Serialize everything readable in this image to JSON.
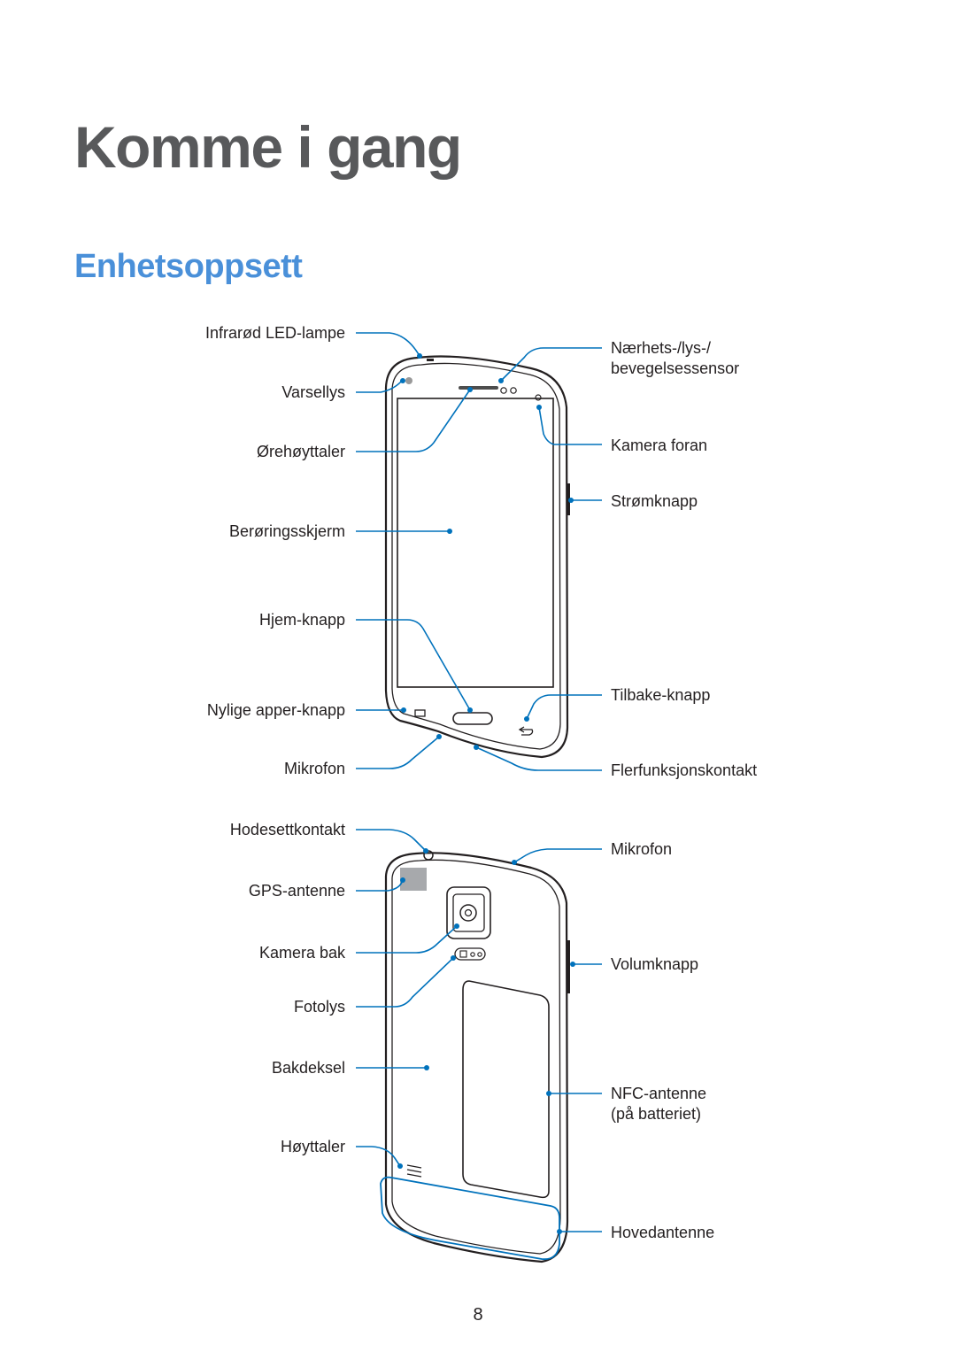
{
  "chapter_title": "Komme i gang",
  "section_title": "Enhetsoppsett",
  "front_labels": {
    "infrared_led": "Infrarød LED-lampe",
    "notification_light": "Varsellys",
    "earpiece": "Ørehøyttaler",
    "touchscreen": "Berøringsskjerm",
    "home_button": "Hjem-knapp",
    "recent_apps_button": "Nylige apper-knapp",
    "microphone": "Mikrofon",
    "proximity_sensor_line1": "Nærhets-/lys-/",
    "proximity_sensor_line2": "bevegelsessensor",
    "front_camera": "Kamera foran",
    "power_button": "Strømknapp",
    "back_button": "Tilbake-knapp",
    "multipurpose_jack": "Flerfunksjonskontakt"
  },
  "back_labels": {
    "headset_jack": "Hodesettkontakt",
    "gps_antenna": "GPS-antenne",
    "rear_camera": "Kamera bak",
    "flash": "Fotolys",
    "back_cover": "Bakdeksel",
    "speaker": "Høyttaler",
    "microphone": "Mikrofon",
    "volume_button": "Volumknapp",
    "nfc_antenna_line1": "NFC-antenne",
    "nfc_antenna_line2": "(på batteriet)",
    "main_antenna": "Hovedantenne"
  },
  "page_number": "8",
  "colors": {
    "callout": "#0072bc",
    "section_title": "#4a90d9",
    "chapter_title": "#58595b"
  }
}
